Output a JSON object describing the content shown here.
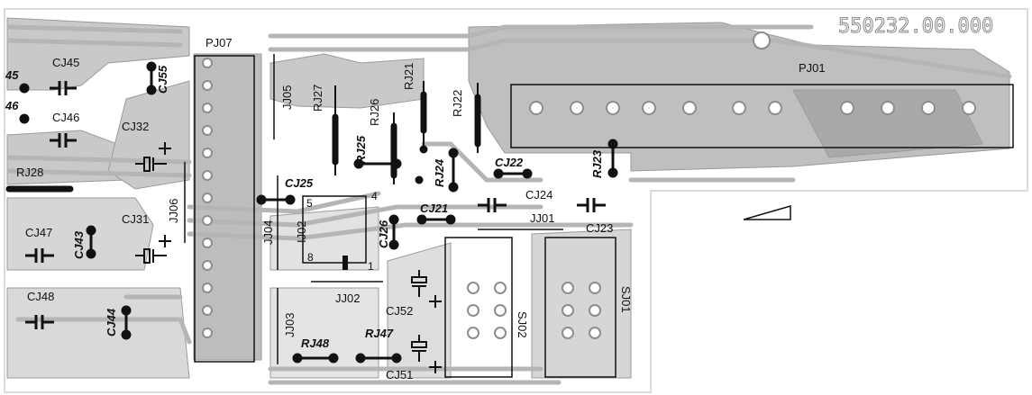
{
  "board_id": "550232.00.000",
  "connectors": {
    "pj07": "PJ07",
    "pj01": "PJ01",
    "jj02": "JJ02",
    "jj01": "JJ01",
    "sj01": "SJ01",
    "sj02": "SJ02",
    "jj03": "JJ03",
    "jj04": "JJ04",
    "jj05": "JJ05",
    "jj06": "JJ06",
    "ij02": "IJ02"
  },
  "capacitors": {
    "cj45": "CJ45",
    "cj55": "CJ55",
    "cj46": "CJ46",
    "cj32": "CJ32",
    "cj47": "CJ47",
    "cj43": "CJ43",
    "cj31": "CJ31",
    "cj48": "CJ48",
    "cj44": "CJ44",
    "cj25": "CJ25",
    "cj26": "CJ26",
    "cj21": "CJ21",
    "cj22": "CJ22",
    "cj24": "CJ24",
    "cj23": "CJ23",
    "cj52": "CJ52",
    "cj51": "CJ51"
  },
  "resistors": {
    "rj28": "RJ28",
    "rj27": "RJ27",
    "rj26": "RJ26",
    "rj25": "RJ25",
    "rj21": "RJ21",
    "rj22": "RJ22",
    "rj24": "RJ24",
    "rj23": "RJ23",
    "rj48": "RJ48",
    "rj47": "RJ47"
  },
  "edge_labels": {
    "left45": "45",
    "left46": "46"
  },
  "pins": {
    "p5": "5",
    "p4": "4",
    "p8": "8",
    "p1": "1"
  }
}
